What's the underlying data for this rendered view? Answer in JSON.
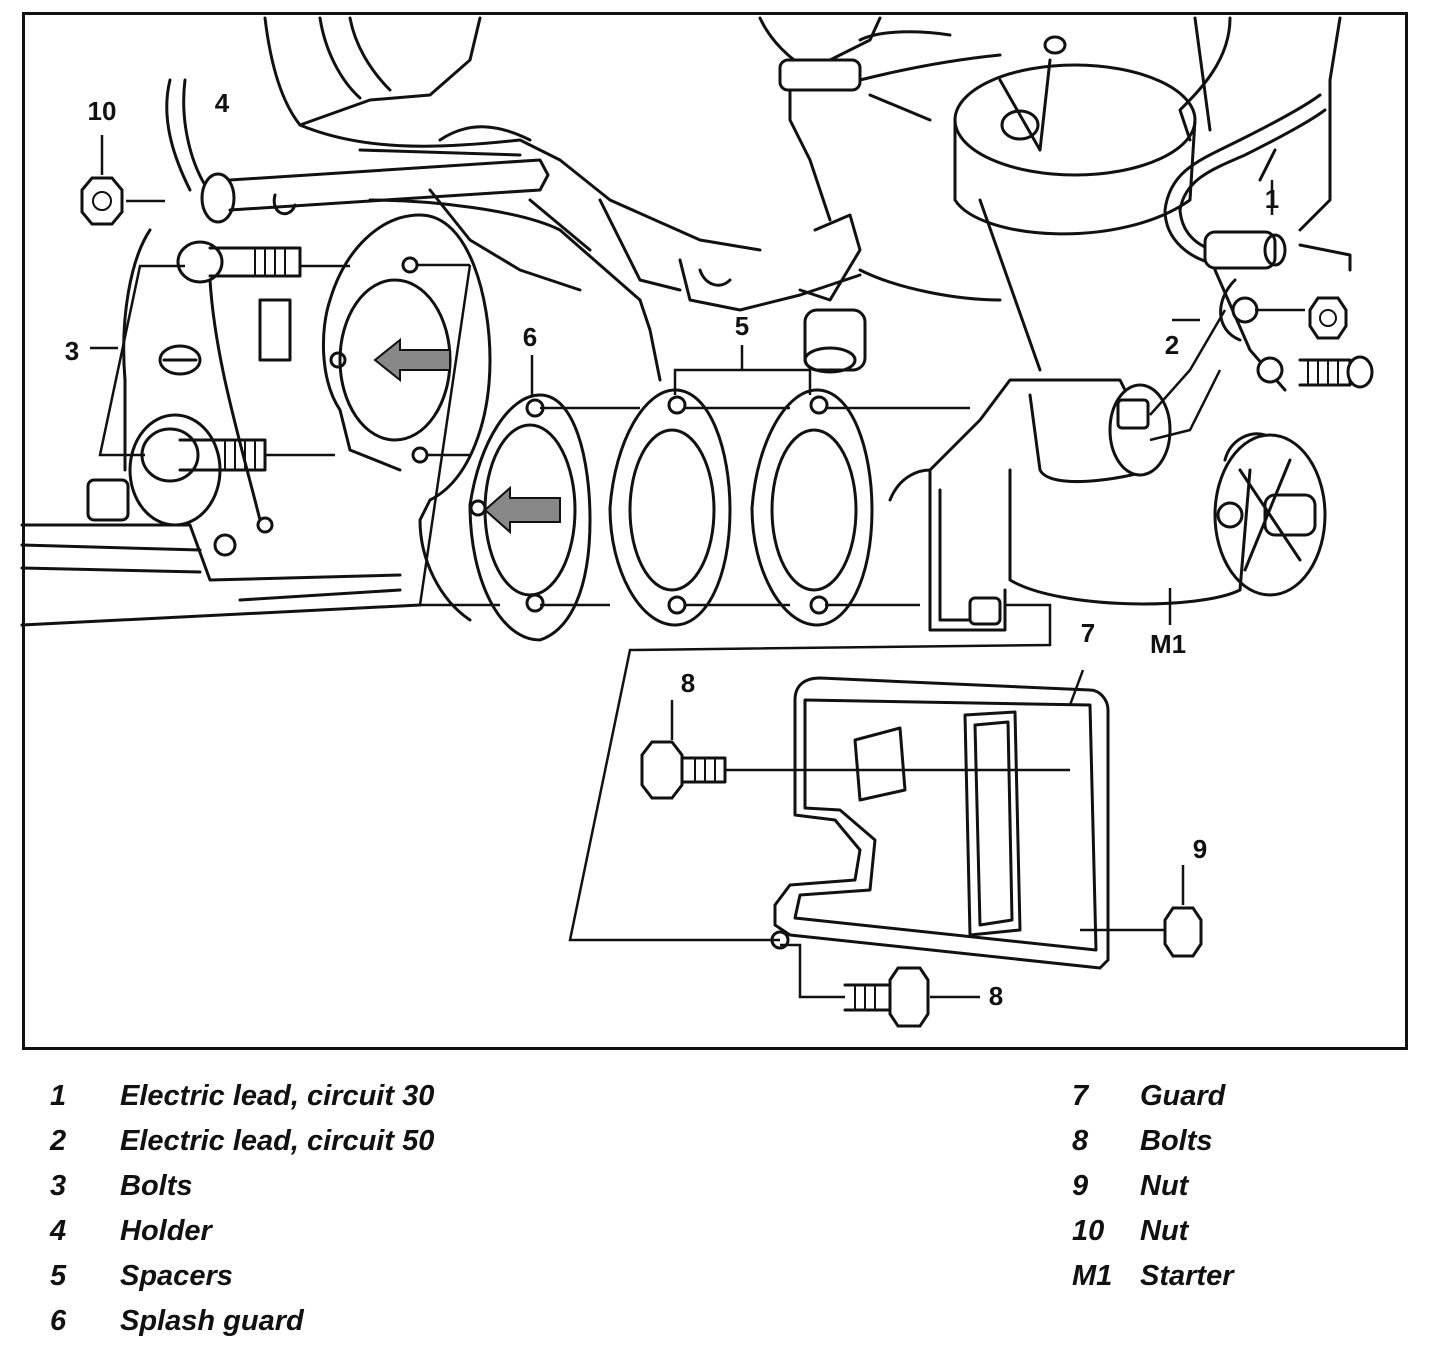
{
  "callouts": {
    "c1": "1",
    "c2": "2",
    "c3": "3",
    "c4": "4",
    "c5": "5",
    "c6": "6",
    "c7": "7",
    "c8a": "8",
    "c8b": "8",
    "c9": "9",
    "c10": "10",
    "cM1": "M1"
  },
  "legend": {
    "left": [
      {
        "num": "1",
        "label": "Electric lead, circuit 30"
      },
      {
        "num": "2",
        "label": "Electric lead, circuit 50"
      },
      {
        "num": "3",
        "label": "Bolts"
      },
      {
        "num": "4",
        "label": "Holder"
      },
      {
        "num": "5",
        "label": "Spacers"
      },
      {
        "num": "6",
        "label": "Splash guard"
      }
    ],
    "right": [
      {
        "num": "7",
        "label": "Guard"
      },
      {
        "num": "8",
        "label": "Bolts"
      },
      {
        "num": "9",
        "label": "Nut"
      },
      {
        "num": "10",
        "label": "Nut"
      },
      {
        "num": "M1",
        "label": "Starter"
      }
    ]
  },
  "colors": {
    "line": "#111111",
    "background": "#ffffff"
  }
}
